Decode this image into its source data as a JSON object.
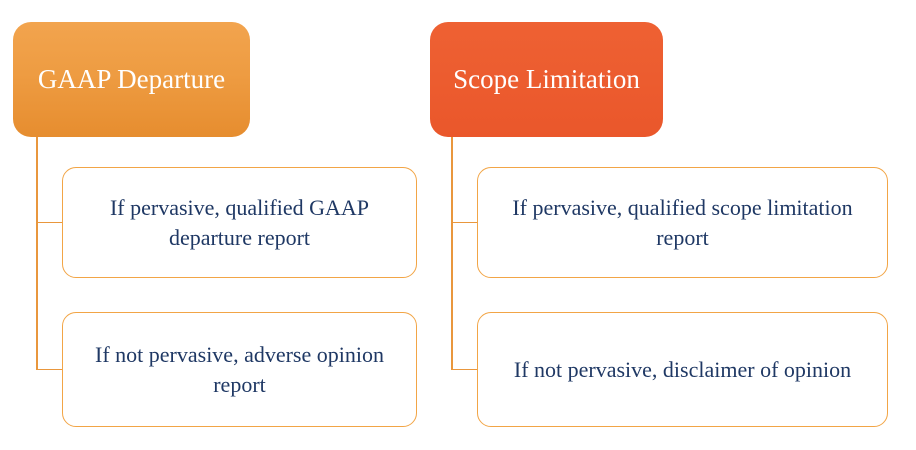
{
  "diagram": {
    "type": "hierarchy",
    "background": "#FFFFFF",
    "colors": {
      "gaap_header_gradient_top": "#F2A44E",
      "gaap_header_gradient_bottom": "#E68D2F",
      "scope_header_gradient_top": "#EE6133",
      "scope_header_gradient_bottom": "#EA572B",
      "child_box_border": "#F2A546",
      "child_box_background": "#FFFFFF",
      "connector_line": "#E9973D",
      "header_text": "#FFFFFF",
      "child_text": "#1F3864"
    },
    "trees": [
      {
        "header": "GAAP Departure",
        "children": [
          "If pervasive, qualified GAAP departure report",
          "If not pervasive, adverse opinion report"
        ]
      },
      {
        "header": "Scope Limitation",
        "children": [
          "If pervasive, qualified scope limitation report",
          "If not pervasive, disclaimer of opinion"
        ]
      }
    ]
  }
}
